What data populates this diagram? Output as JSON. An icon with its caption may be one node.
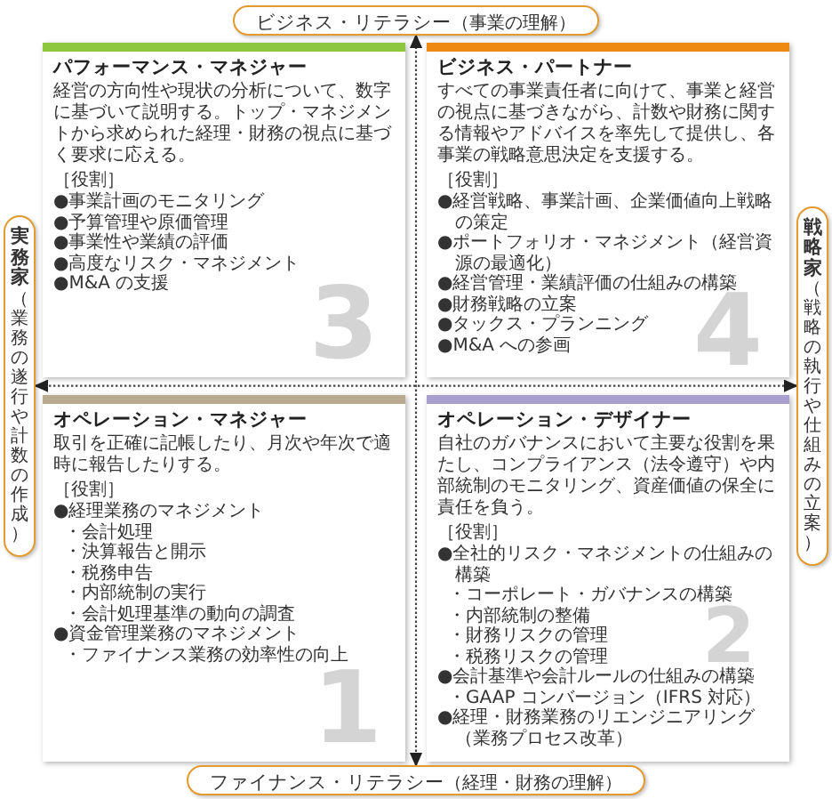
{
  "diagram": {
    "nodes": [
      {
        "text": [
          "ビジネス・リテラシー",
          "（事業の理解）"
        ]
      },
      {
        "text": [
          "パフォーマンス・マネジャー",
          "経営の方向性や現状の分析について、数字に基づいて説明する。トップ・マネジメントから求められた経理・財務の視点に基づく要求に応える。",
          "［役割］",
          "●事業計画のモニタリング",
          "●予算管理や原価管理",
          "●事業性や業績の評価",
          "●高度なリスク・マネジメント",
          "●M&A の支援",
          "3"
        ]
      },
      {
        "text": [
          "ビジネス・パートナー",
          "すべての事業責任者に向けて、事業と経営の視点に基づきながら、計数や財務に関する情報やアドバイスを率先して提供し、各事業の戦略意思決定を支援する。",
          "［役割］",
          "●経営戦略、事業計画、企業価値向上戦略の策定",
          "●ポートフォリオ・マネジメント（経営資源の最適化）",
          "●経営管理・業績評価の仕組みの構築",
          "●財務戦略の立案",
          "●タックス・プランニング",
          "●M&A への参画",
          "4"
        ]
      },
      {
        "text": [
          "実務家",
          "（業務の遂行や計数の作成）"
        ]
      },
      {
        "text": [
          "戦略家",
          "（戦略の執行や仕組みの立案）"
        ]
      },
      {
        "text": [
          "オペレーション・マネジャー",
          "取引を正確に記帳したり、月次や年次で適時に報告したりする。",
          "［役割］",
          "●経理業務のマネジメント",
          "・会計処理",
          "・決算報告と開示",
          "・税務申告",
          "・内部統制の実行",
          "・会計処理基準の動向の調査",
          "●資金管理業務のマネジメント",
          "・ファイナンス業務の効率性の向上",
          "1"
        ]
      },
      {
        "text": [
          "オペレーション・デザイナー",
          "自社のガバナンスにおいて主要な役割を果たし、コンプライアンス（法令遵守）や内部統制のモニタリング、資産価値の保全に責任を負う。",
          "［役割］",
          "●全社的リスク・マネジメントの仕組みの構築",
          "・コーポレート・ガバナンスの構築",
          "・内部統制の整備",
          "・財務リスクの管理",
          "・税務リスクの管理",
          "●会計基準や会計ルールの仕組みの構築",
          "・GAAP コンバージョン（IFRS 対応）",
          "●経理・財務業務のリエンジニアリング（業務プロセス改革）",
          "2"
        ]
      },
      {
        "text": [
          "ファイナンス・リテラシー",
          "（経理・財務の理解）"
        ]
      }
    ],
    "edges": [
      {
        "from": 7,
        "to": 0,
        "arrow": "both",
        "style": "dashed"
      },
      {
        "from": 3,
        "to": 4,
        "arrow": "both",
        "style": "dashed"
      }
    ]
  }
}
